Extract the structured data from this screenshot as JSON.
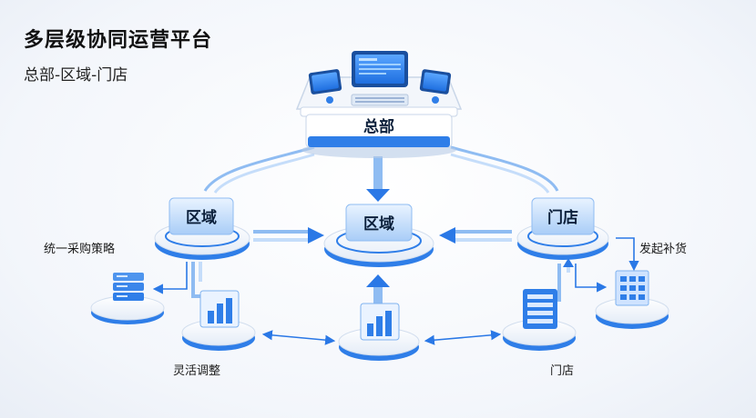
{
  "title": "多层级协同运营平台",
  "subtitle": "总部-区域-门店",
  "nodes": {
    "hq": "总部",
    "region_left": "区域",
    "region_center": "区域",
    "store_right": "门店"
  },
  "annotations": {
    "unified_purchasing": "统一采购策略",
    "flexible_adjust": "灵活调整",
    "store": "门店",
    "replenish": "发起补货"
  },
  "colors": {
    "primary": "#1f6fe0",
    "light": "#cfe3ff",
    "node_fill": "#dcecff",
    "arrow": "#2a78e6"
  }
}
